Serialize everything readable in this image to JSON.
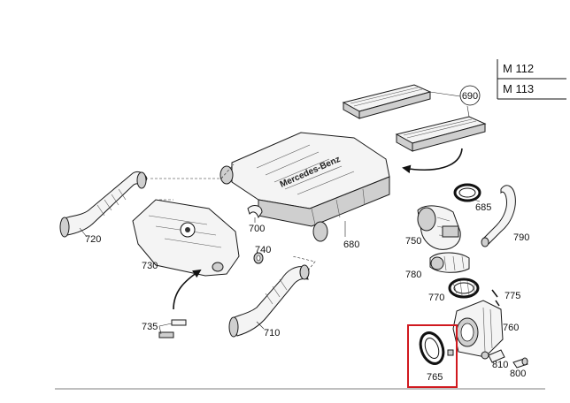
{
  "models": [
    "M 112",
    "M 113"
  ],
  "brand_text": "Mercedes-Benz",
  "highlight_color": "#d0191f",
  "callouts": {
    "p690": "690",
    "p685": "685",
    "p790": "790",
    "p720": "720",
    "p730": "730",
    "p700": "700",
    "p740": "740",
    "p680": "680",
    "p750": "750",
    "p780": "780",
    "p770": "770",
    "p775": "775",
    "p735": "735",
    "p710": "710",
    "p760": "760",
    "p810": "810",
    "p800": "800",
    "p765": "765"
  }
}
